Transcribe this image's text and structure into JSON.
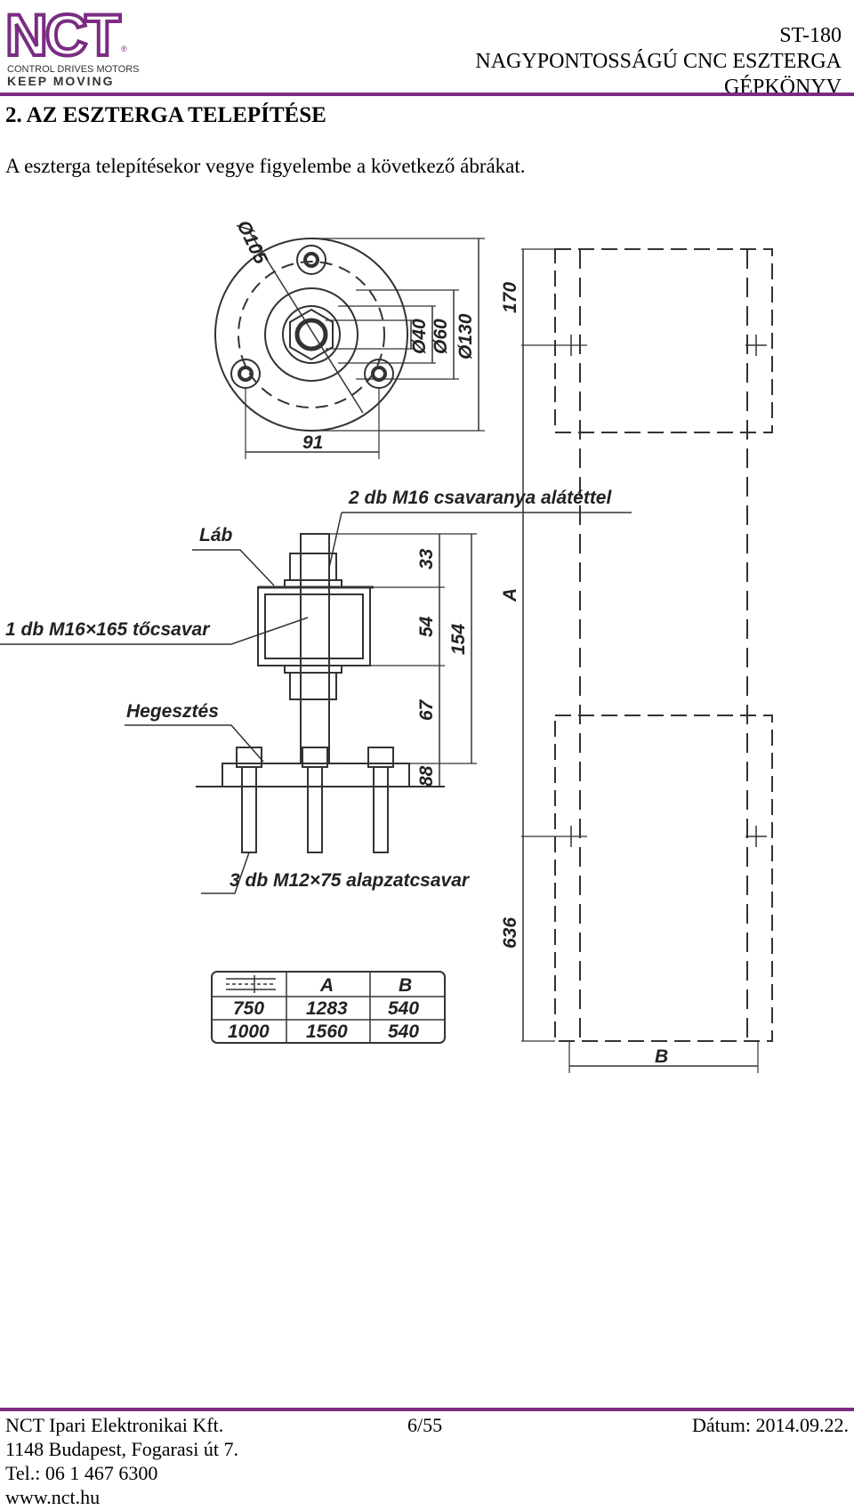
{
  "header": {
    "logo_text": "NCT",
    "logo_tagline": "CONTROL DRIVES MOTORS",
    "logo_slogan": "KEEP MOVING",
    "model": "ST-180",
    "title_line1": "NAGYPONTOSSÁGÚ CNC ESZTERGA",
    "title_line2": "GÉPKÖNYV",
    "accent_color": "#7a2c82"
  },
  "section": {
    "title": "2. AZ ESZTERGA TELEPÍTÉSE",
    "intro": "A eszterga telepítésekor vegye figyelembe a következő ábrákat."
  },
  "drawing": {
    "flange": {
      "diameter_105": "Ø105",
      "diameter_40": "Ø40",
      "diameter_60": "Ø60",
      "diameter_130": "Ø130",
      "width_91": "91"
    },
    "labels": {
      "nuts": "2 db M16 csavaranya alátéttel",
      "foot": "Láb",
      "stud": "1 db M16×165 tőcsavar",
      "weld": "Hegesztés",
      "anchor_bolts": "3 db M12×75 alapzatcsavar"
    },
    "vertical_dims": {
      "d33": "33",
      "d54": "54",
      "d154": "154",
      "d67": "67",
      "d88": "88",
      "d170": "170",
      "dA": "A",
      "d636": "636",
      "dB": "B"
    },
    "table": {
      "columns": [
        "A",
        "B"
      ],
      "rows": [
        {
          "size": "750",
          "A": "1283",
          "B": "540"
        },
        {
          "size": "1000",
          "A": "1560",
          "B": "540"
        }
      ]
    }
  },
  "footer": {
    "company": "NCT Ipari Elektronikai Kft.",
    "page": "6/55",
    "date": "Dátum: 2014.09.22.",
    "address": "1148 Budapest, Fogarasi út 7.",
    "phone": "Tel.: 06 1 467 6300",
    "web": "www.nct.hu"
  }
}
